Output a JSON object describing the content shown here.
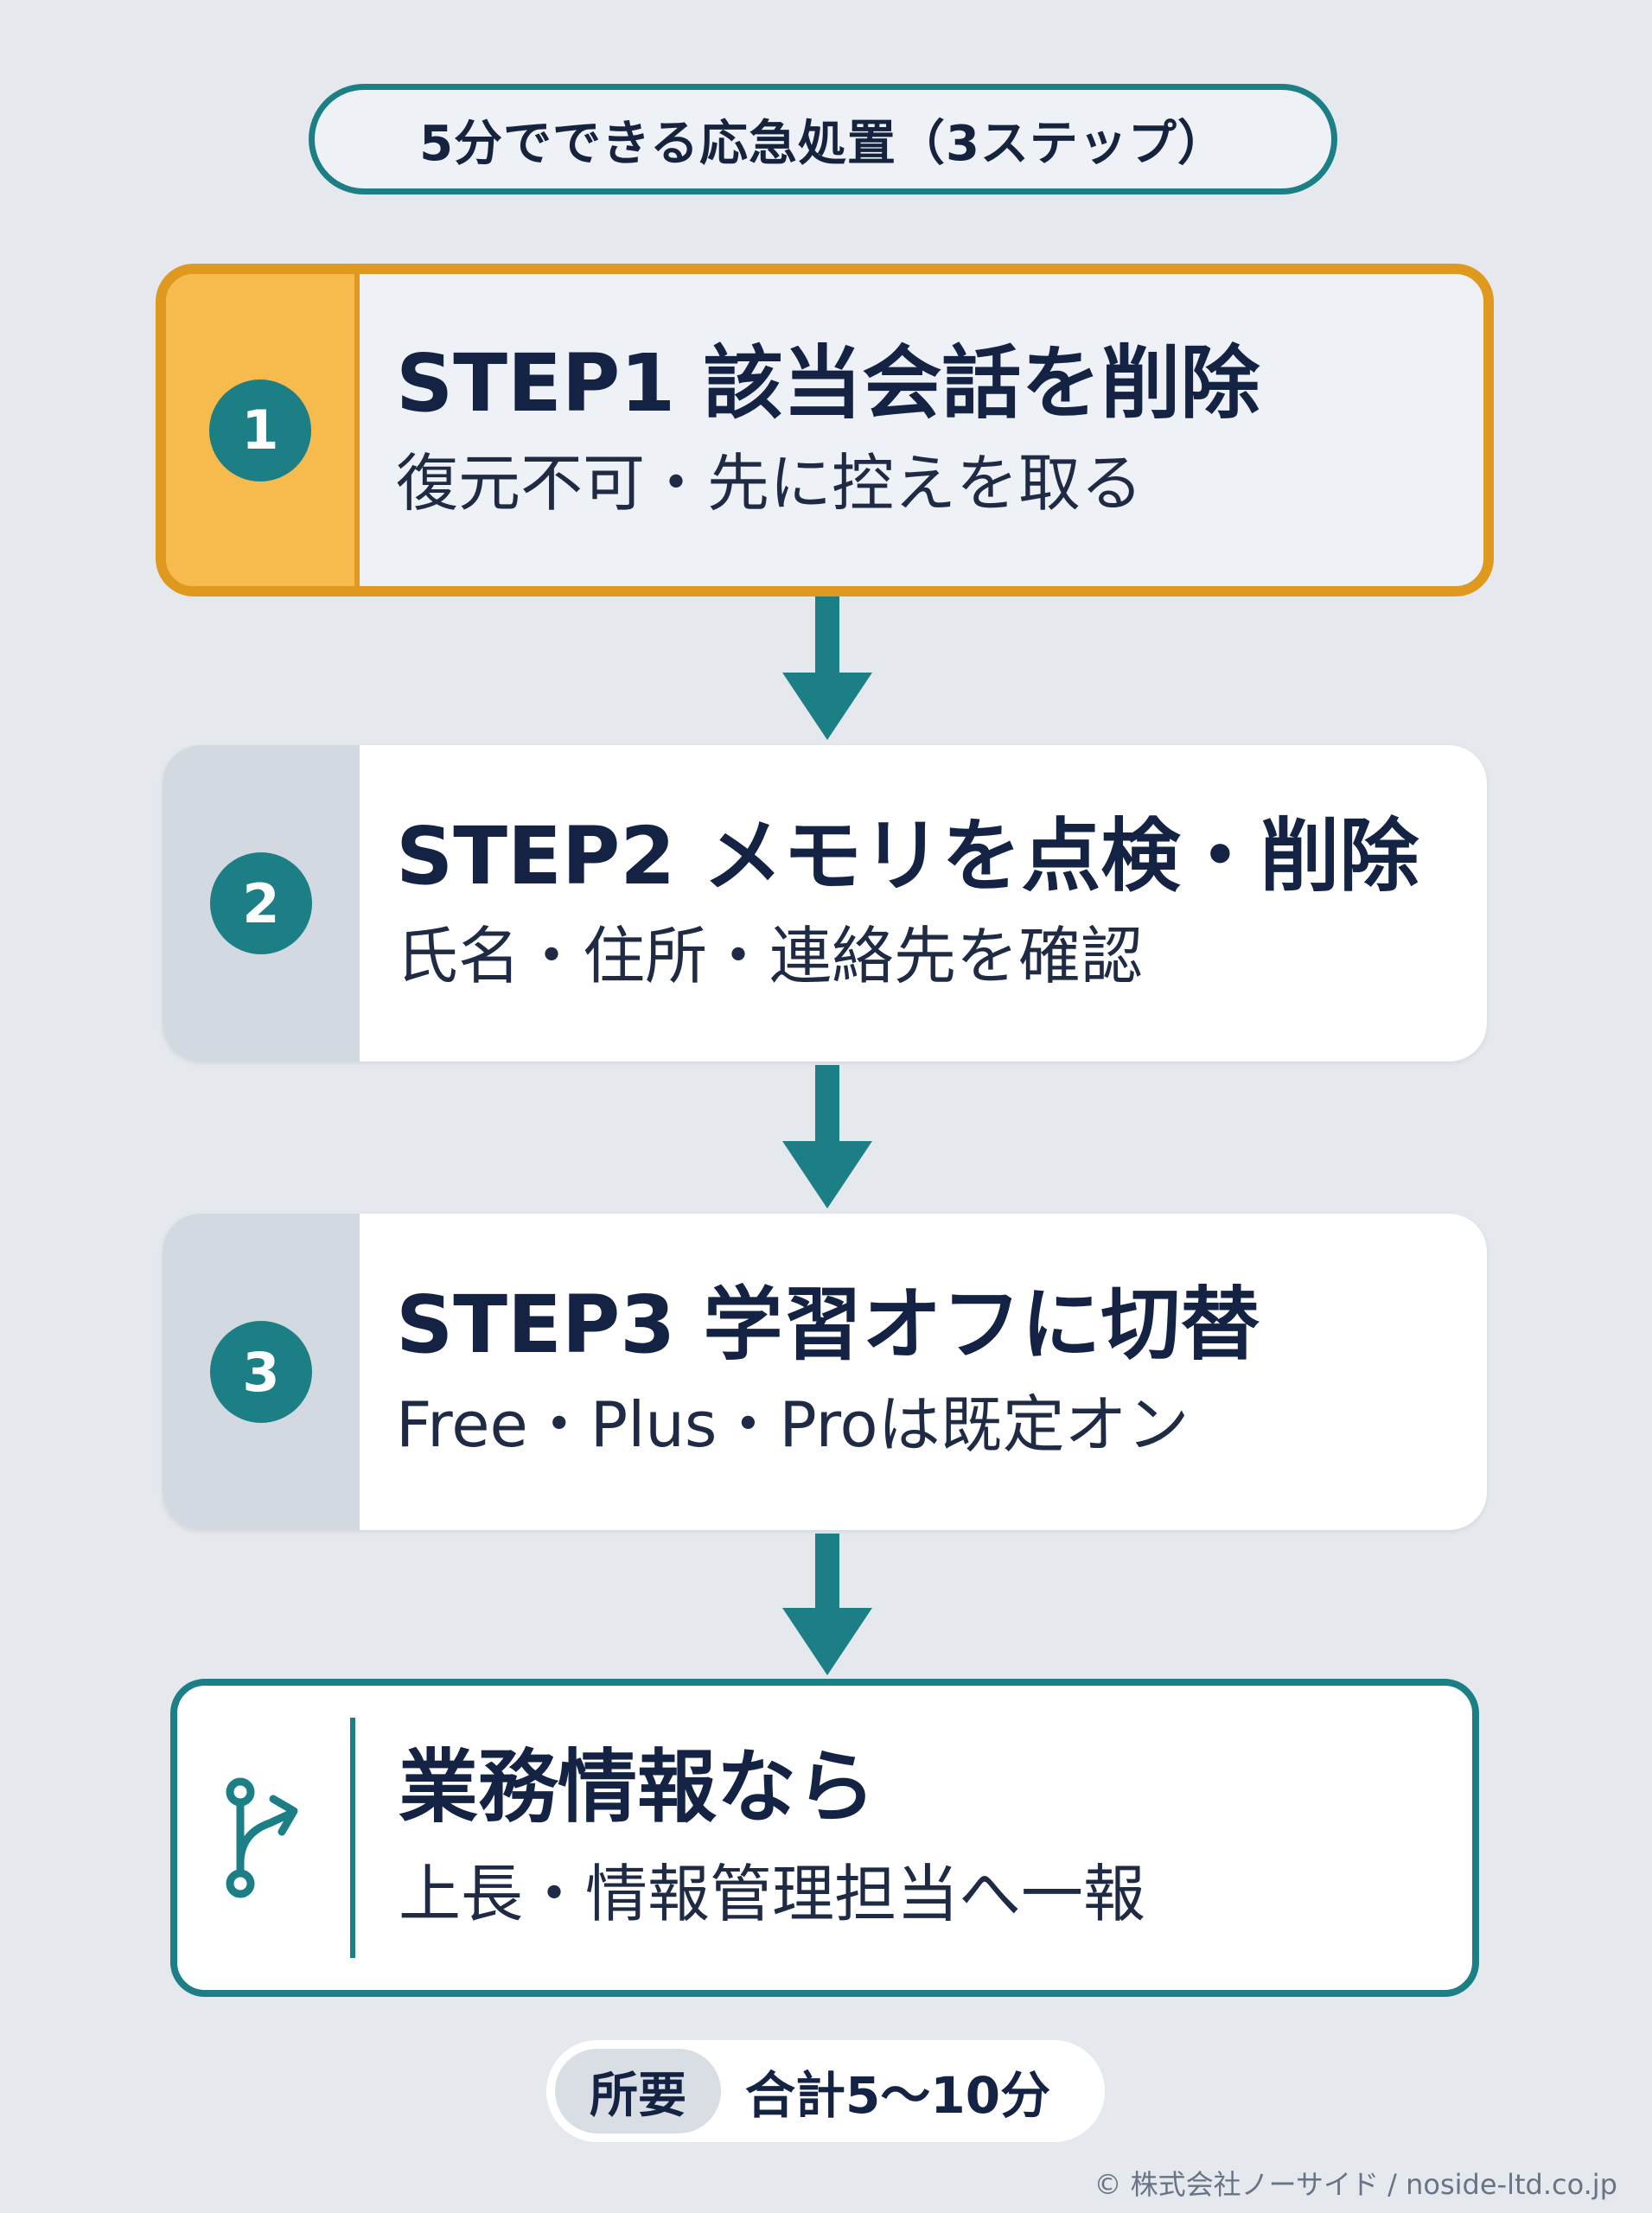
{
  "title": "5分でできる応急処置（3ステップ）",
  "steps": [
    {
      "number": "1",
      "title": "STEP1 該当会話を削除",
      "subtitle": "復元不可・先に控えを取る"
    },
    {
      "number": "2",
      "title": "STEP2 メモリを点検・削除",
      "subtitle": "氏名・住所・連絡先を確認"
    },
    {
      "number": "3",
      "title": "STEP3 学習オフに切替",
      "subtitle": "Free・Plus・Proは既定オン"
    }
  ],
  "business": {
    "title": "業務情報なら",
    "subtitle": "上長・情報管理担当へ一報",
    "icon": "branch-arrow-icon"
  },
  "footer": {
    "tag": "所要",
    "value": "合計5〜10分"
  },
  "copyright": "© 株式会社ノーサイド / noside-ltd.co.jp",
  "colors": {
    "background": "#e5e9ee",
    "accent": "#1c7f86",
    "highlight_border": "#e0991f",
    "highlight_fill": "#f6bb4c",
    "text": "#142343"
  }
}
